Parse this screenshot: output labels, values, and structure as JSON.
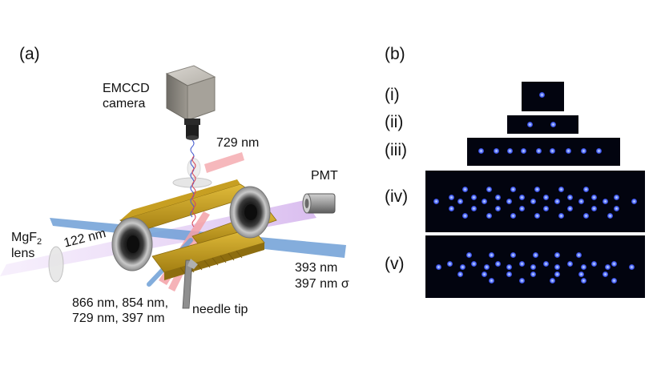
{
  "panel_a": {
    "label": "(a)",
    "camera_label_line1": "EMCCD",
    "camera_label_line2": "camera",
    "beam_729": "729 nm",
    "pmt": "PMT",
    "mgf2_line1": "MgF",
    "mgf2_sub": "2",
    "mgf2_line2": "lens",
    "beam_122": "122 nm",
    "beam_393": "393 nm",
    "beam_397_sigma": "397 nm σ",
    "lasers_line1": "866 nm, 854 nm,",
    "lasers_line2": "729 nm, 397 nm",
    "needle": "needle tip"
  },
  "panel_b": {
    "label": "(b)",
    "rows": [
      {
        "label": "(i)",
        "ion_count": 1
      },
      {
        "label": "(ii)",
        "ion_count": 2
      },
      {
        "label": "(iii)",
        "ion_count": 9
      },
      {
        "label": "(iv)",
        "ion_count": 38
      },
      {
        "label": "(v)",
        "ion_count": 35
      }
    ]
  },
  "colors": {
    "trap_gold": "#c9a21e",
    "beam_pink": "#f3a0a6",
    "beam_blue": "#6e9fd6",
    "beam_violet": "#d9b8f0",
    "ion_blue": "#4d6cff",
    "ion_background": "#02040f"
  }
}
